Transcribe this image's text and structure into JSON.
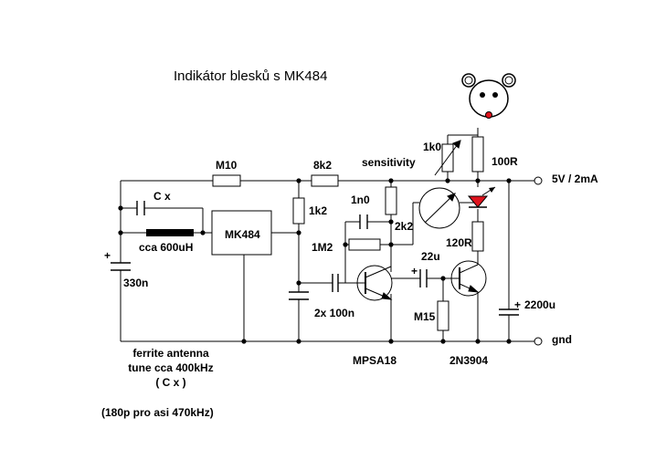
{
  "title": "Indikátor blesků s MK484",
  "components": {
    "r_m10": "M10",
    "r_8k2": "8k2",
    "r_1k2": "1k2",
    "r_1k0": "1k0",
    "r_100r": "100R",
    "r_2k2": "2k2",
    "r_1m2": "1M2",
    "r_120r": "120R",
    "r_m15": "M15",
    "c_cx": "C x",
    "c_1n0": "1n0",
    "c_330n": "330n",
    "c_22u": "22u",
    "c_2x100n": "2x 100n",
    "c_2200u": "2200u",
    "c_plus_330n": "+",
    "c_plus_22u": "+",
    "c_plus_2200u": "+",
    "inductor": "cca 600uH",
    "ic": "MK484",
    "q1": "MPSA18",
    "q2": "2N3904",
    "pot_label": "sensitivity"
  },
  "power": {
    "supply": "5V / 2mA",
    "ground": "gnd"
  },
  "notes": {
    "line1": "ferrite antenna",
    "line2": "tune cca 400kHz",
    "line3": "( C x )",
    "line4": "(180p pro asi 470kHz)"
  },
  "colors": {
    "wire": "#000000",
    "led": "#e0141e",
    "mouse_nose": "#e0141e"
  }
}
